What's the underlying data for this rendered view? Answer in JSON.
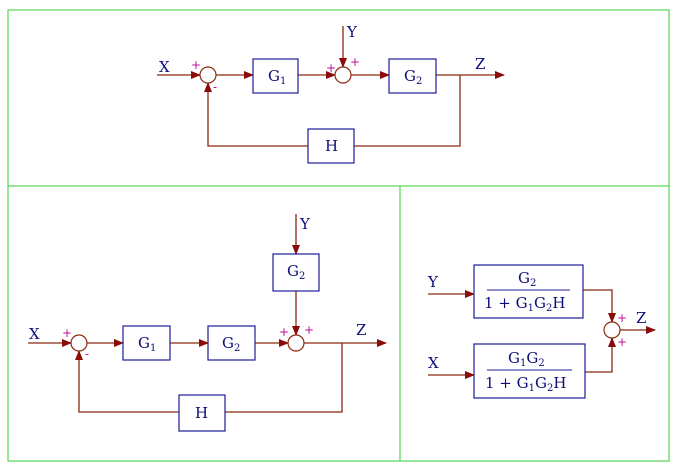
{
  "diagram": {
    "top": {
      "input": "X",
      "output": "Z",
      "disturbance": "Y",
      "block_g1": {
        "main": "G",
        "sub": "1"
      },
      "block_g2": {
        "main": "G",
        "sub": "2"
      },
      "block_h": "H",
      "sum1_plus": "+",
      "sum1_minus": "-",
      "sum2_left": "+",
      "sum2_top": "+"
    },
    "bottom_left": {
      "input": "X",
      "output": "Z",
      "disturbance": "Y",
      "block_g1": {
        "main": "G",
        "sub": "1"
      },
      "block_g2": {
        "main": "G",
        "sub": "2"
      },
      "block_g2_top": {
        "main": "G",
        "sub": "2"
      },
      "block_h": "H",
      "sum1_plus": "+",
      "sum1_minus": "-",
      "sum2_left": "+",
      "sum2_top": "+"
    },
    "bottom_right": {
      "input_y": "Y",
      "input_x": "X",
      "output": "Z",
      "tf_y": {
        "num": {
          "main": "G",
          "sub": "2"
        },
        "den_prefix": "1 + G",
        "den_sub1": "1",
        "den_mid": "G",
        "den_sub2": "2",
        "den_suffix": "H"
      },
      "tf_x": {
        "num_a": "G",
        "num_a_sub": "1",
        "num_b": "G",
        "num_b_sub": "2",
        "den_prefix": "1 + G",
        "den_sub1": "1",
        "den_mid": "G",
        "den_sub2": "2",
        "den_suffix": "H"
      },
      "sum_top": "+",
      "sum_bottom": "+"
    }
  }
}
